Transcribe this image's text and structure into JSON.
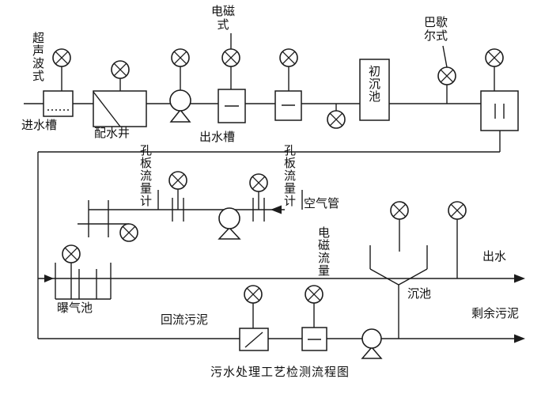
{
  "diagram": {
    "title": "污水处理工艺检测流程图",
    "colors": {
      "line": "#1c1c1c",
      "background": "#ffffff"
    },
    "icons": {
      "flow_sensor": "circle-with-x",
      "pump": "circle-on-triangle",
      "flow_arrow": "solid-triangle"
    },
    "top_row": {
      "ultrasonic_type": "超声波式",
      "inlet_trough": "进水槽",
      "distribution_well": "配水井",
      "outlet_trough": "出水槽",
      "electromagnetic_type": "电磁式",
      "parshall_type": "巴歇尔式",
      "primary_sedimentation_tank": "初沉池"
    },
    "middle_row": {
      "orifice_flowmeter_left": "孔板流量计",
      "orifice_flowmeter_right": "孔板流量计",
      "air_pipe": "空气管",
      "electromagnetic_flow": "电磁流量",
      "aeration_tank": "曝气池"
    },
    "bottom_row": {
      "return_sludge": "回流污泥",
      "settling_tank": "沉池",
      "effluent": "出水",
      "excess_sludge": "剩余污泥"
    }
  }
}
